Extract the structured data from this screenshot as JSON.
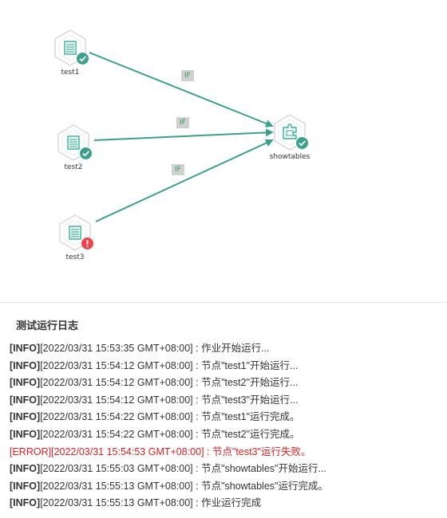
{
  "flow": {
    "nodes": {
      "test1": {
        "label": "test1",
        "status": "success"
      },
      "test2": {
        "label": "test2",
        "status": "success"
      },
      "test3": {
        "label": "test3",
        "status": "error"
      },
      "showtables": {
        "label": "showtables",
        "status": "success"
      }
    },
    "edges": {
      "e1": {
        "label": "IF"
      },
      "e2": {
        "label": "IF"
      },
      "e3": {
        "label": "IF"
      }
    },
    "colors": {
      "edge": "#3aa18c",
      "success": "#3aa18c",
      "error": "#f0434b",
      "node_icon": "#2bb58e",
      "hex_border": "#d9d9d9"
    }
  },
  "log": {
    "title": "测试运行日志",
    "lines": [
      {
        "level": "[INFO]",
        "text": "[2022/03/31 15:53:35 GMT+08:00] : 作业开始运行..."
      },
      {
        "level": "[INFO]",
        "text": "[2022/03/31 15:54:12 GMT+08:00] : 节点\"test1\"开始运行..."
      },
      {
        "level": "[INFO]",
        "text": "[2022/03/31 15:54:12 GMT+08:00] : 节点\"test2\"开始运行..."
      },
      {
        "level": "[INFO]",
        "text": "[2022/03/31 15:54:12 GMT+08:00] : 节点\"test3\"开始运行..."
      },
      {
        "level": "[INFO]",
        "text": "[2022/03/31 15:54:22 GMT+08:00] : 节点\"test1\"运行完成。"
      },
      {
        "level": "[INFO]",
        "text": "[2022/03/31 15:54:22 GMT+08:00] : 节点\"test2\"运行完成。"
      },
      {
        "level": "[ERROR]",
        "text": "[2022/03/31 15:54:53 GMT+08:00] : 节点\"test3\"运行失败。"
      },
      {
        "level": "[INFO]",
        "text": "[2022/03/31 15:55:03 GMT+08:00] : 节点\"showtables\"开始运行..."
      },
      {
        "level": "[INFO]",
        "text": "[2022/03/31 15:55:13 GMT+08:00] : 节点\"showtables\"运行完成。"
      },
      {
        "level": "[INFO]",
        "text": "[2022/03/31 15:55:13 GMT+08:00] : 作业运行完成"
      }
    ]
  }
}
